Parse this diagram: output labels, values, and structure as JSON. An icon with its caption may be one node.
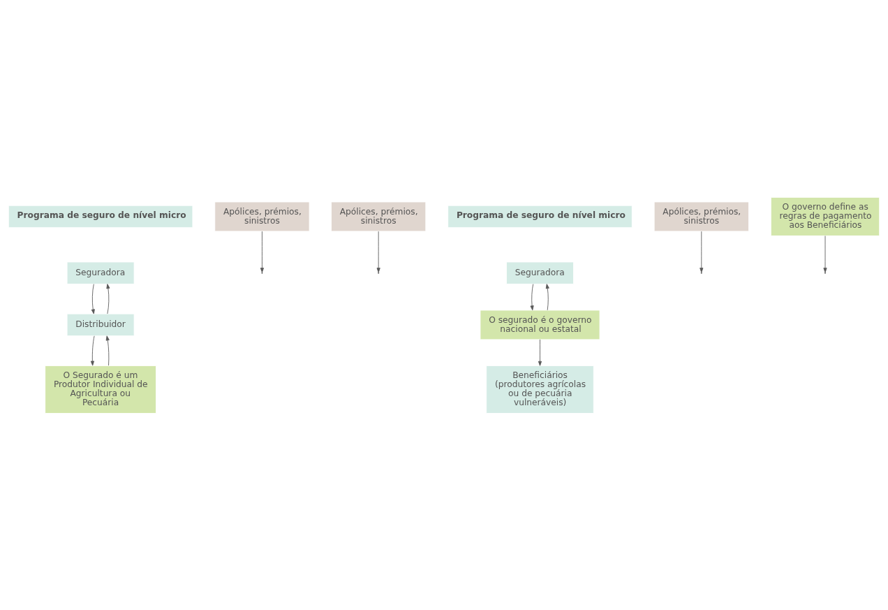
{
  "diagram": {
    "nodes": [
      {
        "text": [
          "Programa de seguro de nível micro"
        ]
      },
      {
        "text": [
          "Seguradora"
        ]
      },
      {
        "text": [
          "Apólices, prémios, sinistros"
        ]
      },
      {
        "text": [
          "Distribuidor"
        ]
      },
      {
        "text": [
          "Apólices, prémios, sinistros"
        ]
      },
      {
        "text": [
          "O Segurado é um Produtor Individual de Agricultura ou Pecuária"
        ]
      },
      {
        "text": [
          "Programa de seguro de nível micro"
        ]
      },
      {
        "text": [
          "Seguradora"
        ]
      },
      {
        "text": [
          "Apólices, prémios, sinistros"
        ]
      },
      {
        "text": [
          "O segurado é o governo nacional ou estatal"
        ]
      },
      {
        "text": [
          "O governo define as regras de pagamento aos Beneficiários"
        ]
      },
      {
        "text": [
          "Beneficiários (produtores agrícolas ou de pecuária vulneráveis)"
        ]
      }
    ],
    "edges": [
      {
        "from": 1,
        "to": 3,
        "arrow": "to"
      },
      {
        "from": 3,
        "to": 1,
        "arrow": "to"
      },
      {
        "from": 2,
        "to": null,
        "arrow": "to"
      },
      {
        "from": 3,
        "to": 5,
        "arrow": "to"
      },
      {
        "from": 5,
        "to": 3,
        "arrow": "to"
      },
      {
        "from": 4,
        "to": null,
        "arrow": "to"
      },
      {
        "from": 7,
        "to": 9,
        "arrow": "to"
      },
      {
        "from": 9,
        "to": 7,
        "arrow": "to"
      },
      {
        "from": 8,
        "to": null,
        "arrow": "to"
      },
      {
        "from": 9,
        "to": 11,
        "arrow": "to"
      },
      {
        "from": 10,
        "to": null,
        "arrow": "to"
      }
    ]
  }
}
